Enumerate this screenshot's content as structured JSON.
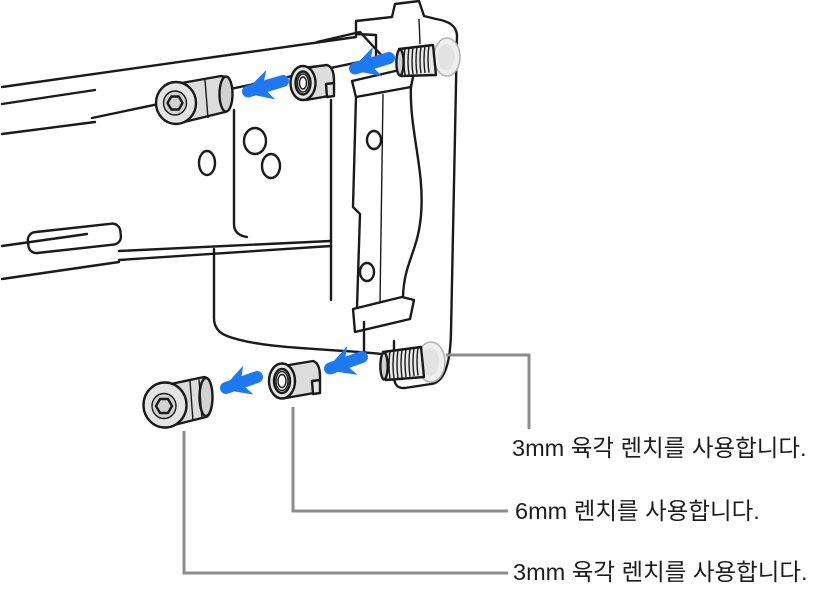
{
  "background": "#ffffff",
  "colors": {
    "arrow_blue": "#1e78f0",
    "callout_gray": "#8c8c8c",
    "line_color": "#1a1a1a",
    "part_gray": "#dcdcdc",
    "text_color": "#1d1d1f",
    "background": "#ffffff"
  },
  "callouts": [
    {
      "label": "3mm 육각 렌치를 사용합니다.",
      "target": "bracket-threaded-screw"
    },
    {
      "label": "6mm 렌치를 사용합니다.",
      "target": "standoff-nut"
    },
    {
      "label": "3mm 육각 렌치를 사용합니다.",
      "target": "hex-cap-screw"
    }
  ]
}
